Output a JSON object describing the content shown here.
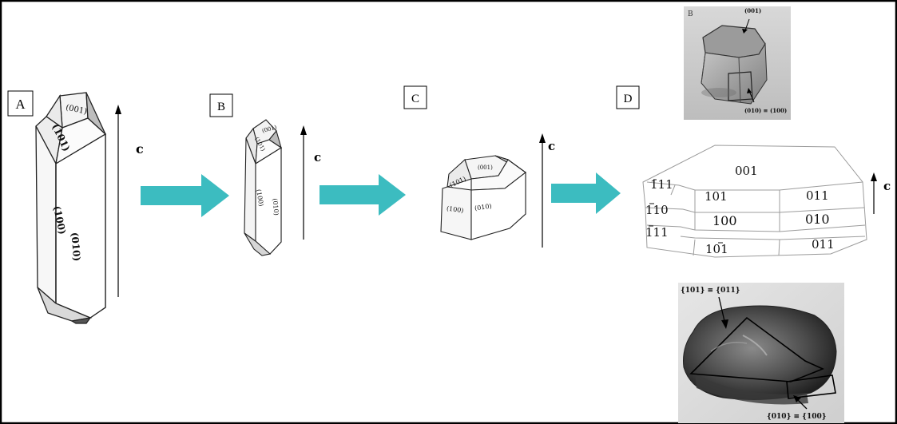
{
  "panels": {
    "A": {
      "label": "A",
      "axis": "c",
      "faces": [
        "(001)",
        "(101)",
        "(100)",
        "(010)"
      ]
    },
    "B": {
      "label": "B",
      "axis": "c",
      "faces": [
        "(001)",
        "(101)",
        "(100)",
        "(010)"
      ]
    },
    "C": {
      "label": "C",
      "axis": "c",
      "faces": [
        "(001)",
        "(101)",
        "(100)",
        "(010)"
      ]
    },
    "D": {
      "label": "D",
      "axis": "c",
      "faces": {
        "top": "001",
        "f111": "111",
        "f101": "101",
        "f011_top": "011",
        "f110": "110",
        "f100": "100",
        "f010": "010",
        "f111_low": "111",
        "f101_low": "101",
        "f011_low": "011"
      }
    }
  },
  "photos": {
    "top": {
      "letter": "B",
      "face_top": "(001)",
      "face_side": "(010) ≡ (100)"
    },
    "bottom": {
      "face_top": "{101} ≡ {011}",
      "face_side": "{010} ≡ {100}"
    }
  },
  "colors": {
    "arrow": "#3cbcc0",
    "frame": "#000000",
    "crystal_edge": "#222222"
  }
}
